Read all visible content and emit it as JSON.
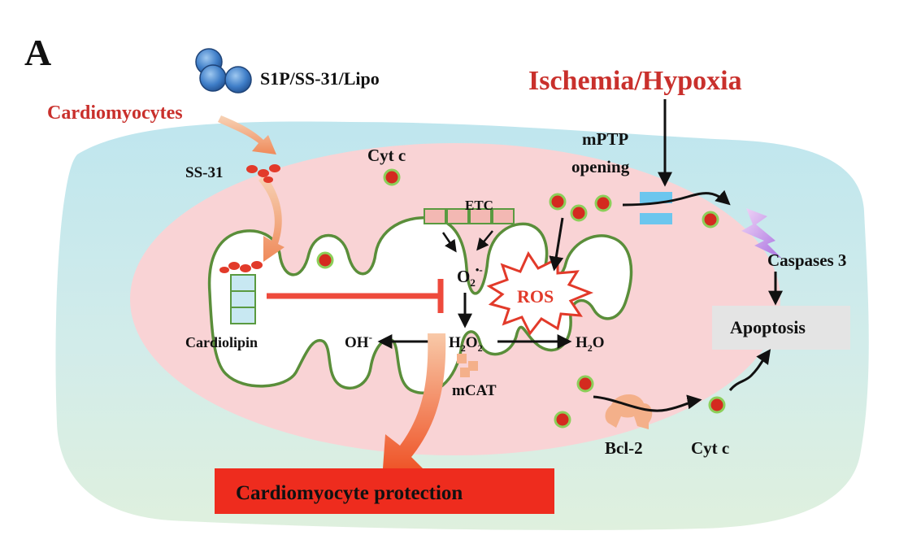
{
  "panel_label": "A",
  "nanoparticle_label": "S1P/SS-31/Lipo",
  "cardiomyocytes_label": "Cardiomyocytes",
  "ischemia_label": "Ischemia/Hypoxia",
  "ss31_label": "SS-31",
  "cytc_top_label": "Cyt c",
  "mptp_line1": "mPTP",
  "mptp_line2": "opening",
  "etc_label": "ETC",
  "o2_label": "O",
  "o2_sub": "2",
  "o2_sup": "•-",
  "ros_label": "ROS",
  "caspases_label": "Caspases 3",
  "apoptosis_label": "Apoptosis",
  "cardiolipin_label": "Cardiolipin",
  "oh_label": "OH",
  "oh_sup": "-",
  "h2o2_h": "H",
  "h2o2_sub1": "2",
  "h2o2_o": "O",
  "h2o2_sub2": "2",
  "h2o_h": "H",
  "h2o_sub": "2",
  "h2o_o": "O",
  "mcat_label": "mCAT",
  "bcl2_label": "Bcl-2",
  "cytc_bottom_label": "Cyt c",
  "protection_label": "Cardiomyocyte protection",
  "colors": {
    "title_red": "#c9302c",
    "protection_box": "#ee2c1e",
    "membrane_green": "#5a8e3a",
    "cytc_red": "#d42a1f",
    "inhibit_red": "#ee4a3c"
  }
}
